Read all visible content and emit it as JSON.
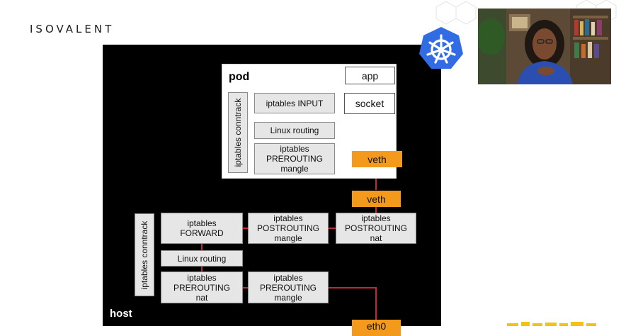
{
  "brand": "ISOVALENT",
  "diagram": {
    "pod_label": "pod",
    "host_label": "host",
    "nodes": {
      "app": "app",
      "socket": "socket",
      "pod_conntrack": "iptables conntrack",
      "pod_input": "iptables INPUT",
      "pod_routing": "Linux routing",
      "pod_prerouting_mangle": "iptables\nPREROUTING\nmangle",
      "pod_veth": "veth",
      "host_veth": "veth",
      "host_conntrack": "iptables conntrack",
      "host_forward": "iptables\nFORWARD",
      "host_postrouting_mangle": "iptables\nPOSTROUTING\nmangle",
      "host_postrouting_nat": "iptables\nPOSTROUTING\nnat",
      "host_routing": "Linux routing",
      "host_prerouting_nat": "iptables\nPREROUTING\nnat",
      "host_prerouting_mangle": "iptables\nPREROUTING\nmangle",
      "eth0": "eth0"
    }
  },
  "colors": {
    "slide_bg": "#000000",
    "box_fill": "#e6e6e6",
    "interface_orange": "#f39a1c",
    "link_red": "#c0283a",
    "k8s_blue": "#326ce5"
  },
  "icons": {
    "kubernetes": "kubernetes-helm-icon",
    "hexagons": "hexagon-pattern-icon"
  }
}
